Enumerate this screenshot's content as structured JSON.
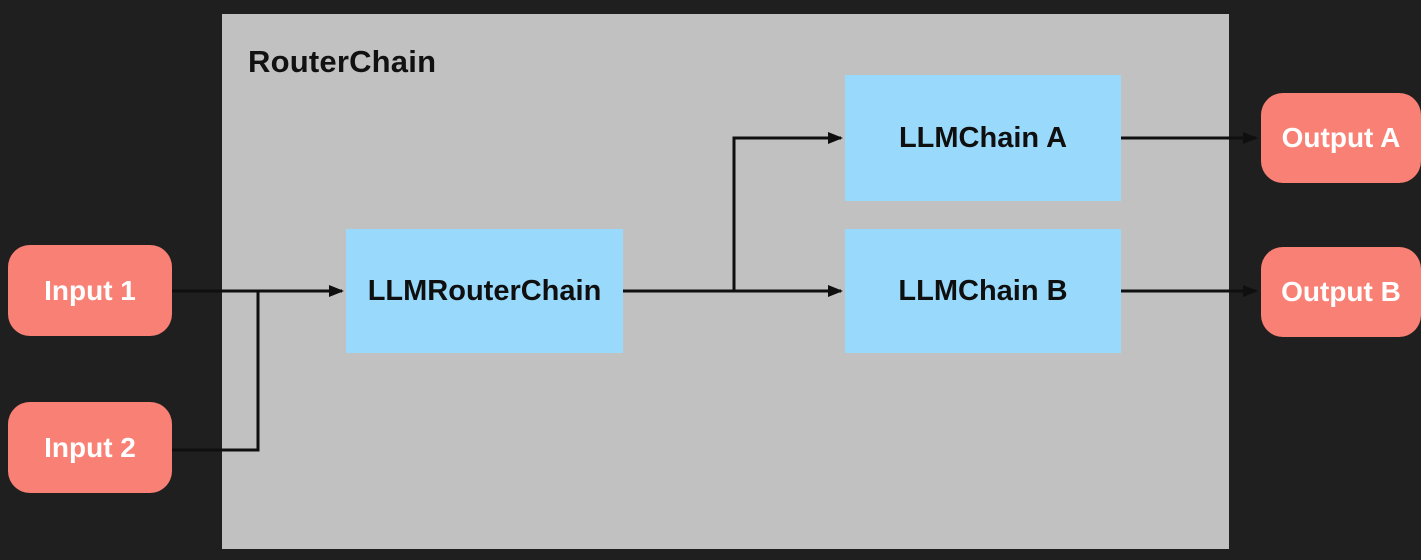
{
  "diagram": {
    "container_label": "RouterChain",
    "nodes": {
      "input1": "Input 1",
      "input2": "Input 2",
      "llm_router_chain": "LLMRouterChain",
      "llm_chain_a": "LLMChain A",
      "llm_chain_b": "LLMChain B",
      "output_a": "Output A",
      "output_b": "Output B"
    },
    "edges": [
      "Input 1 -> LLMRouterChain",
      "Input 2 -> LLMRouterChain",
      "LLMRouterChain -> LLMChain A",
      "LLMRouterChain -> LLMChain B",
      "LLMChain A -> Output A",
      "LLMChain B -> Output B"
    ],
    "colors": {
      "background": "#1F1F1F",
      "container_fill": "#C1C1C1",
      "chain_box_fill": "#99DAFC",
      "io_box_fill": "#F98074",
      "arrow": "#0F0F0F",
      "chain_text": "#0F0F0F",
      "io_text": "#FFFFFF",
      "container_text": "#111111"
    }
  }
}
